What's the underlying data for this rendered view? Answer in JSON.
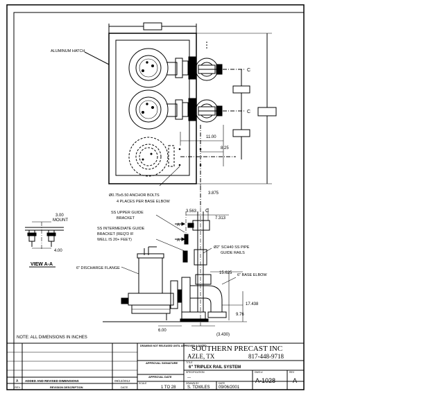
{
  "drawing": {
    "labels": {
      "aluminum_hatch": "ALUMINUM HATCH",
      "anchor_bolts_1": "Ø0.75x5.50 ANCHOR BOLTS",
      "anchor_bolts_2": "4 PLACES PER BASE ELBOW",
      "upper_bracket_1": "SS UPPER GUIDE",
      "upper_bracket_2": "BRACKET",
      "int_bracket_1": "SS INTERMEDIATE GUIDE",
      "int_bracket_2": "BRACKET (REQ'D IF",
      "int_bracket_3": "WELL IS 20+ FEET)",
      "discharge_flange": "6\" DISCHARGE FLANGE",
      "pipe_1": "Ø2\" SCH40 SS PIPE",
      "pipe_2": "GUIDE RAILS",
      "base_elbow": "6\" BASE ELBOW",
      "view_aa": "VIEW A-A",
      "mount_1": "3.00",
      "mount_2": "MOUNT",
      "note": "NOTE: ALL DIMENSIONS IN INCHES",
      "section_a": "A"
    },
    "dims": {
      "d11": "11.00",
      "d825": "8.25",
      "d3875": "3.875",
      "d3563": "3.563",
      "d7313": "7.313",
      "d15625": "15.625",
      "d17438": "17.438",
      "d976": "9.76",
      "d600": "6.00",
      "d3430": "(3.430)",
      "d400": "4.00",
      "cl": "C"
    }
  },
  "title_block": {
    "company": "SOUTHERN PRECAST INC",
    "city": "AZLE, TX",
    "phone": "817-448-9718",
    "drawn_label": "DRAWING NOT RELEASED UNTIL APPROVED & DATED",
    "approval_sig": "APPROVAL SIGNATURE",
    "approval_date": "APPROVAL DATE",
    "title_label": "TITLE",
    "title": "6\" TRIPLEX RAIL SYSTEM",
    "spec_label": "SPECIFICATION",
    "spec_value": "—",
    "dwg_label": "DWG #",
    "dwg_no": "A-1028",
    "rev_label": "REV",
    "rev": "A",
    "scale_label": "SCALE",
    "scale": "1 TO 28",
    "drawn_by_label": "DRAWN BY",
    "drawn_by": "S. TOWLES",
    "date_label": "DATE",
    "date": "09/06/2001",
    "rev_row_letter": "A",
    "rev_desc": "ADDED AND REVISED DIMENSIONS",
    "rev_date": "09/12/2012",
    "col_rev": "REV.",
    "col_desc": "REVISION DESCRIPTION",
    "col_date": "DATE"
  }
}
